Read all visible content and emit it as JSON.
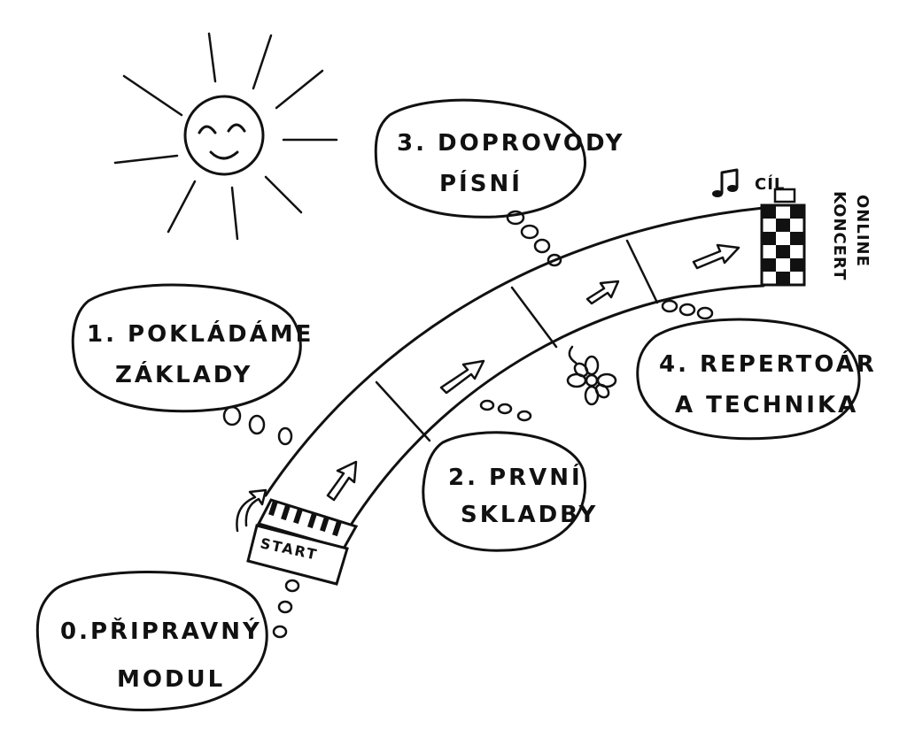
{
  "bubbles": {
    "module0": {
      "line1": "0.PŘIPRAVNÝ",
      "line2": "MODUL"
    },
    "module1": {
      "line1": "1. POKLÁDÁME",
      "line2": "ZÁKLADY"
    },
    "module2": {
      "line1": "2. PRVNÍ",
      "line2": "SKLADBY"
    },
    "module3": {
      "line1": "3. DOPROVODY",
      "line2": "PÍSNÍ"
    },
    "module4": {
      "line1": "4. REPERTOÁR",
      "line2": "A TECHNIKA"
    }
  },
  "road": {
    "start_label": "START",
    "finish_label": "CÍL",
    "concert_line1": "ONLINE",
    "concert_line2": "KONCERT"
  }
}
